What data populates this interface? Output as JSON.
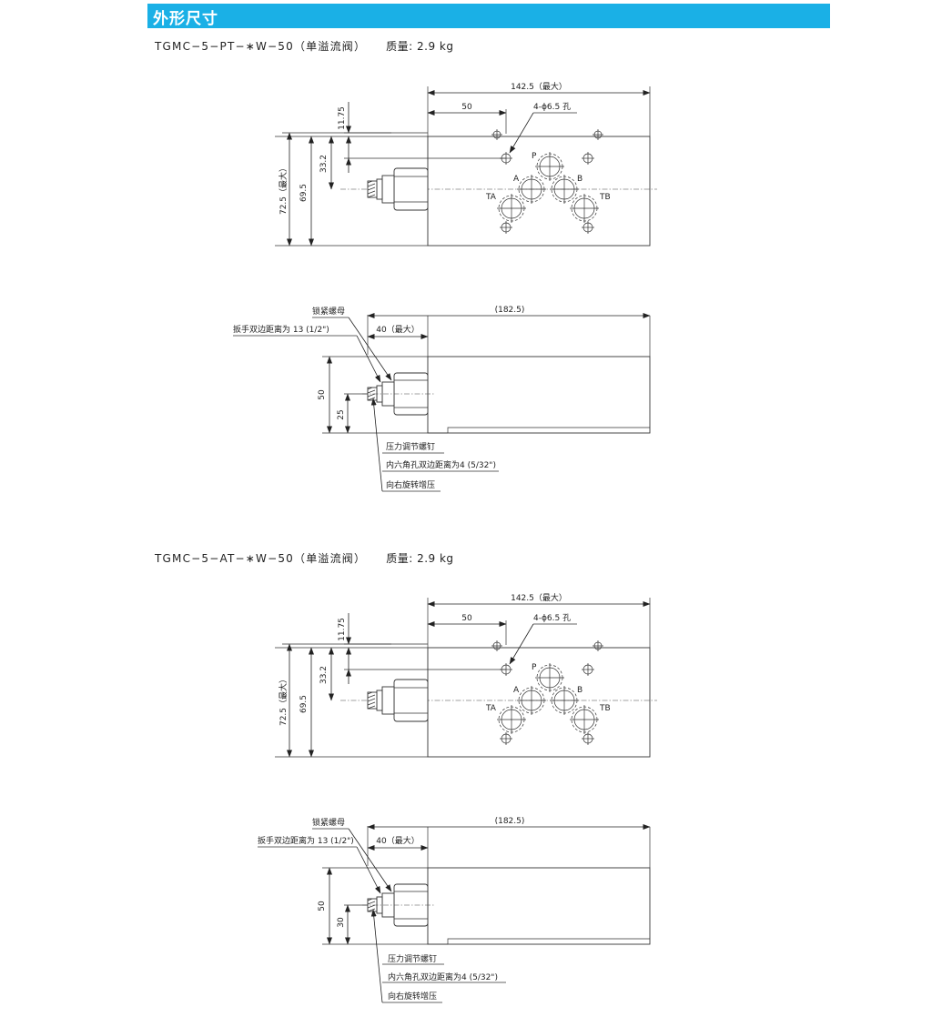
{
  "header": {
    "title": "外形尺寸"
  },
  "models": [
    {
      "name": "TGMC−5−PT−∗W−50（单溢流阀）",
      "mass": "质量: 2.9 kg",
      "top_view": {
        "dim_length": "142.5（最大）",
        "dim_hole_offset": "50",
        "hole_spec": "4-ϕ6.5 孔",
        "dim_top_offset": "11.75",
        "dim_center": "33.2",
        "dim_height_max": "72.5（最大）",
        "dim_height": "69.5",
        "port_p": "P",
        "port_a": "A",
        "port_b": "B",
        "port_ta": "TA",
        "port_tb": "TB"
      },
      "side_view": {
        "dim_overall": "(182.5)",
        "dim_protrusion": "40（最大）",
        "dim_height": "50",
        "dim_axis": "25",
        "lock_nut": "锁紧螺母",
        "wrench_size": "扳手双边距离为 13 (1/2\")",
        "pressure_screw": "压力调节螺钉",
        "hex_size": "内六角孔双边距离为4 (5/32\")",
        "rotation": "向右旋转增压"
      }
    },
    {
      "name": "TGMC−5−AT−∗W−50（单溢流阀）",
      "mass": "质量: 2.9 kg",
      "top_view": {
        "dim_length": "142.5（最大）",
        "dim_hole_offset": "50",
        "hole_spec": "4-ϕ6.5 孔",
        "dim_top_offset": "11.75",
        "dim_center": "33.2",
        "dim_height_max": "72.5（最大）",
        "dim_height": "69.5",
        "port_p": "P",
        "port_a": "A",
        "port_b": "B",
        "port_ta": "TA",
        "port_tb": "TB"
      },
      "side_view": {
        "dim_overall": "(182.5)",
        "dim_protrusion": "40（最大）",
        "dim_height": "50",
        "dim_axis": "30",
        "lock_nut": "锁紧螺母",
        "wrench_size": "扳手双边距离为 13 (1/2\")",
        "pressure_screw": "压力调节螺钉",
        "hex_size": "内六角孔双边距离为4 (5/32\")",
        "rotation": "向右旋转增压"
      }
    }
  ]
}
